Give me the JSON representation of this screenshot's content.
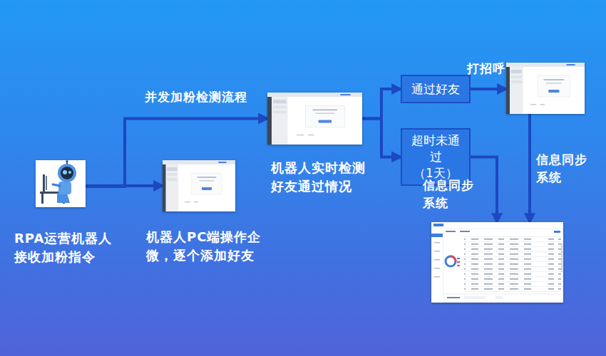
{
  "diagram": {
    "nodes": [
      {
        "text": [
          "RPA运营机器人 接收加粉指令"
        ]
      },
      {
        "text": [
          "机器人PC端操作企 微，逐个添加好友"
        ]
      },
      {
        "text": [
          "机器人实时检测 好友通过情况"
        ]
      },
      {
        "text": [
          "通过好友"
        ]
      },
      {
        "text": [
          "超时未通 过（1天）"
        ]
      },
      {
        "text": []
      },
      {
        "text": []
      }
    ],
    "edges": [
      {
        "from": 0,
        "to": 1,
        "arrow": "to"
      },
      {
        "from": 0,
        "to": 2,
        "label": "并发加粉检测流程",
        "arrow": "to"
      },
      {
        "from": 2,
        "to": 3,
        "arrow": "to"
      },
      {
        "from": 2,
        "to": 4,
        "arrow": "to"
      },
      {
        "from": 3,
        "to": 5,
        "label": "打招呼",
        "arrow": "to"
      },
      {
        "from": 4,
        "to": 6,
        "label": "信息同步系统",
        "arrow": "to"
      },
      {
        "from": 5,
        "to": 6,
        "label": "信息同步系统",
        "arrow": "to"
      }
    ]
  }
}
